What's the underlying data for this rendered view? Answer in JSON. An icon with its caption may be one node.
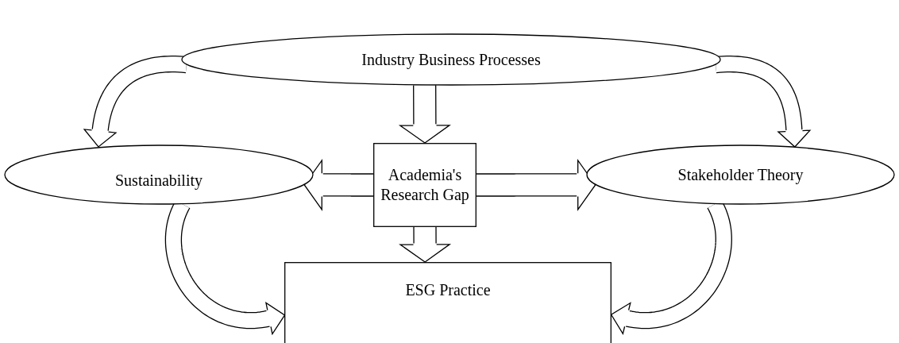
{
  "diagram": {
    "nodes": [
      {
        "text": [
          "Industry Business Processes"
        ]
      },
      {
        "text": [
          "Sustainability"
        ]
      },
      {
        "text": [
          "Academia's Research Gap"
        ]
      },
      {
        "text": [
          "Stakeholder Theory"
        ]
      },
      {
        "text": [
          "ESG Practice"
        ]
      }
    ],
    "edges": [
      {
        "from": 0,
        "to": 1,
        "arrow": "to"
      },
      {
        "from": 0,
        "to": 3,
        "arrow": "to"
      },
      {
        "from": 0,
        "to": 2,
        "arrow": "to"
      },
      {
        "from": 2,
        "to": 1,
        "arrow": "to"
      },
      {
        "from": 2,
        "to": 3,
        "arrow": "to"
      },
      {
        "from": 2,
        "to": 4,
        "arrow": "to"
      },
      {
        "from": 1,
        "to": 4,
        "arrow": "to"
      },
      {
        "from": 3,
        "to": 4,
        "arrow": "to"
      }
    ]
  }
}
